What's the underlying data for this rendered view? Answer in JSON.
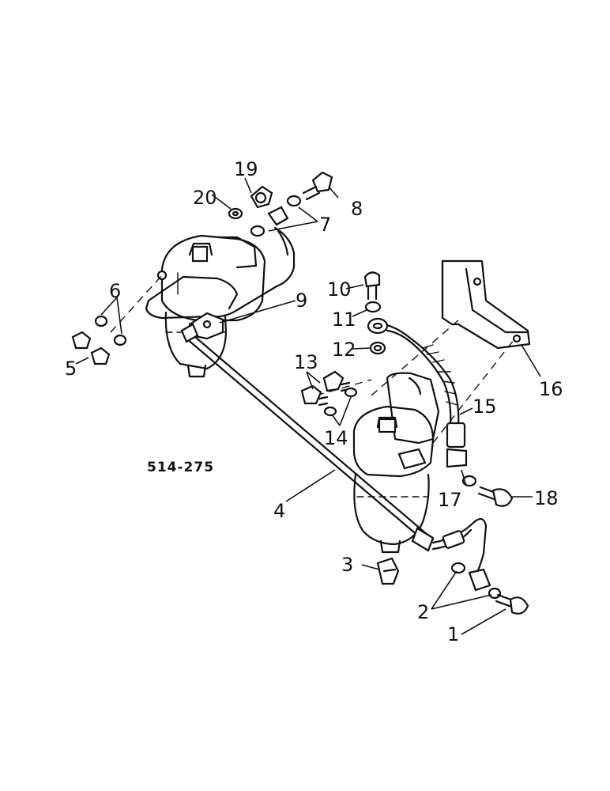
{
  "figure_code": "514-275",
  "callouts": {
    "c1": "1",
    "c2": "2",
    "c3": "3",
    "c4": "4",
    "c5": "5",
    "c6": "6",
    "c7": "7",
    "c8": "8",
    "c9": "9",
    "c10": "10",
    "c11": "11",
    "c12": "12",
    "c13": "13",
    "c14": "14",
    "c15": "15",
    "c16": "16",
    "c17": "17",
    "c18": "18",
    "c19": "19",
    "c20": "20"
  },
  "colors": {
    "ink": "#111111",
    "paper": "#ffffff"
  }
}
